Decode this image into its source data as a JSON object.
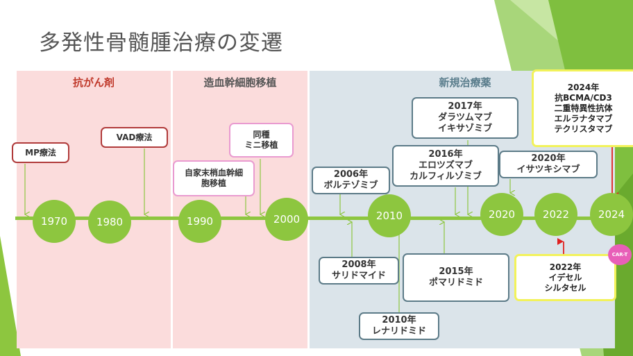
{
  "title": "多発性骨髄腫治療の変遷",
  "sections": {
    "chemo": "抗がん剤",
    "transplant": "造血幹細胞移植",
    "novel": "新規治療薬"
  },
  "years": [
    "1970",
    "1980",
    "1990",
    "2000",
    "2010",
    "2020",
    "2022",
    "2024"
  ],
  "events": {
    "mp": [
      "MP療法"
    ],
    "vad": [
      "VAD療法"
    ],
    "auto_sct": [
      "自家末梢血幹細",
      "胞移植"
    ],
    "allo_mini": [
      "同種",
      "ミニ移植"
    ],
    "bortezomib": [
      "2006年",
      "ボルテゾミブ"
    ],
    "thalidomide": [
      "2008年",
      "サリドマイド"
    ],
    "lenalidomide": [
      "2010年",
      "レナリドミド"
    ],
    "elotuzumab": [
      "2016年",
      "エロツズマブ",
      "カルフィルゾミブ"
    ],
    "daratumumab": [
      "2017年",
      "ダラツムマブ",
      "イキサゾミブ"
    ],
    "pomalidomide": [
      "2015年",
      "ポマリドミド"
    ],
    "isatuximab": [
      "2020年",
      "イサツキシマブ"
    ],
    "bcma": [
      "2024年",
      "抗BCMA/CD3",
      "二重特異性抗体",
      "エルラナタマブ",
      "テクリスタマブ"
    ],
    "idecel": [
      "2022年",
      "イデセル",
      "シルタセル"
    ]
  },
  "badge": "CAR-T",
  "colors": {
    "accent_green": "#8dc63f",
    "chemo_bg": "#fbdcdc",
    "novel_bg": "#dbe4ea",
    "chemo_text": "#c0392b",
    "transplant_text": "#555555",
    "novel_text": "#5a7d8c",
    "car_t": "#e85fb8",
    "highlight_arrow": "#e02020"
  }
}
